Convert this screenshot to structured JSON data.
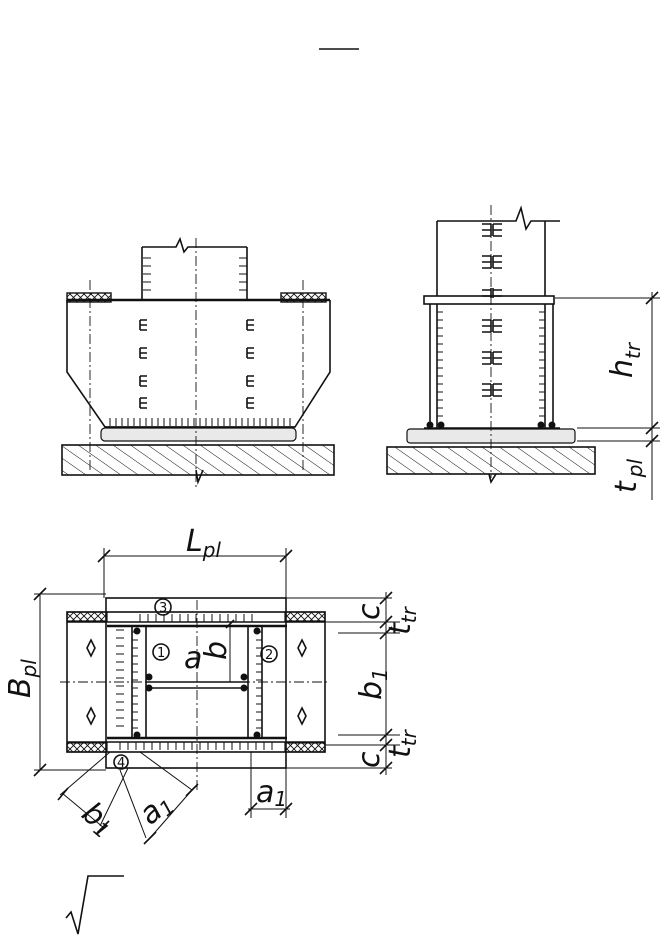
{
  "labels": {
    "L_pl": {
      "main": "L",
      "sub": "pl"
    },
    "B_pl": {
      "main": "B",
      "sub": "pl"
    },
    "h_tr": {
      "main": "h",
      "sub": "tr"
    },
    "t_pl": {
      "main": "t",
      "sub": "pl"
    },
    "c": "c",
    "t_tr": {
      "main": "t",
      "sub": "tr"
    },
    "b1": {
      "main": "b",
      "sub": "1"
    },
    "a": "a",
    "b": "b",
    "a1": {
      "main": "a",
      "sub": "1"
    },
    "b1_bottom": {
      "main": "b",
      "sub": "1"
    }
  },
  "markers": [
    "1",
    "2",
    "3",
    "4"
  ]
}
